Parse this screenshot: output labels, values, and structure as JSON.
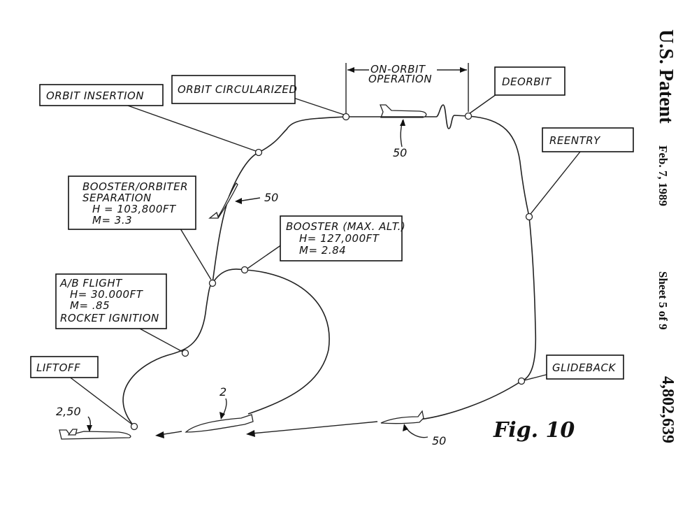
{
  "header": {
    "title": "U.S. Patent",
    "date": "Feb. 7, 1989",
    "sheet": "Sheet 5 of 9",
    "patent_number": "4,802,639"
  },
  "figure": {
    "label": "Fig. 10"
  },
  "labels": {
    "orbit_insertion": "ORBIT INSERTION",
    "orbit_circularized": "ORBIT CIRCULARIZED",
    "on_orbit_line1": "ON-ORBIT",
    "on_orbit_line2": "OPERATION",
    "deorbit": "DEORBIT",
    "reentry": "REENTRY",
    "separation": [
      "BOOSTER/ORBITER",
      "SEPARATION",
      "H = 103,800FT",
      "M= 3.3"
    ],
    "booster_max_alt": [
      "BOOSTER (MAX. ALT.)",
      "H= 127,000FT",
      "M= 2.84"
    ],
    "ab_flight": [
      "A/B FLIGHT",
      "H= 30.000FT",
      "M= .85",
      "ROCKET IGNITION"
    ],
    "liftoff": "LIFTOFF",
    "glideback": "GLIDEBACK"
  },
  "reference_numerals": {
    "orbiter_orbit": "50",
    "orbiter_ascent": "50",
    "combined": "2,50",
    "booster_return": "2",
    "orbiter_return": "50"
  }
}
